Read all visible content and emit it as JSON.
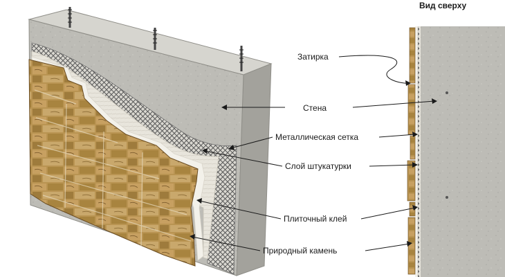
{
  "view_title": "Вид сверху",
  "labels": {
    "grout": "Затирка",
    "wall": "Стена",
    "mesh": "Металлическая сетка",
    "plaster": "Слой штукатурки",
    "adhesive": "Плиточный клей",
    "stone": "Природный камень"
  },
  "colors": {
    "concrete": "#bdbcb6",
    "concrete_dark": "#8f8e88",
    "plaster": "#e8e5dc",
    "mesh": "#6e6e6e",
    "adhesive": "#f3f1ea",
    "stone": "#b99452",
    "stone_dark": "#7a5a2c",
    "line": "#1a1a1a"
  }
}
